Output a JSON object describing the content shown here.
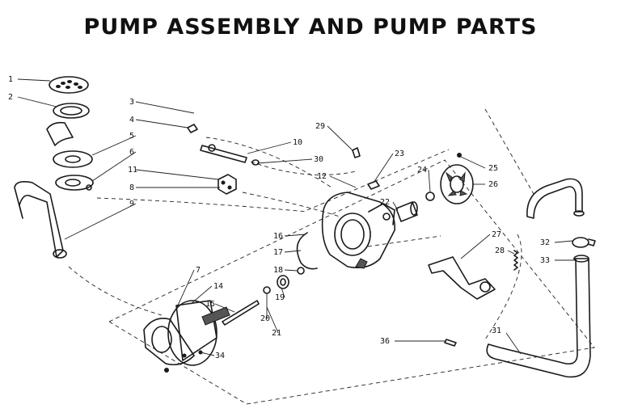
{
  "title": "PUMP ASSEMBLY AND PUMP PARTS",
  "callouts": {
    "c1": "1",
    "c2": "2",
    "c3": "3",
    "c4": "4",
    "c5": "5",
    "c6": "6",
    "c7": "7",
    "c8": "8",
    "c9": "9",
    "c10": "10",
    "c11": "11",
    "c12": "12",
    "c14": "14",
    "c15": "15",
    "c16": "16",
    "c17": "17",
    "c18": "18",
    "c19": "19",
    "c20": "20",
    "c21": "21",
    "c22": "22",
    "c23": "23",
    "c24": "24",
    "c25": "25",
    "c26": "26",
    "c27": "27",
    "c28": "28",
    "c29": "29",
    "c30": "30",
    "c31": "31",
    "c32": "32",
    "c33": "33",
    "c34": "34",
    "c36": "36"
  }
}
